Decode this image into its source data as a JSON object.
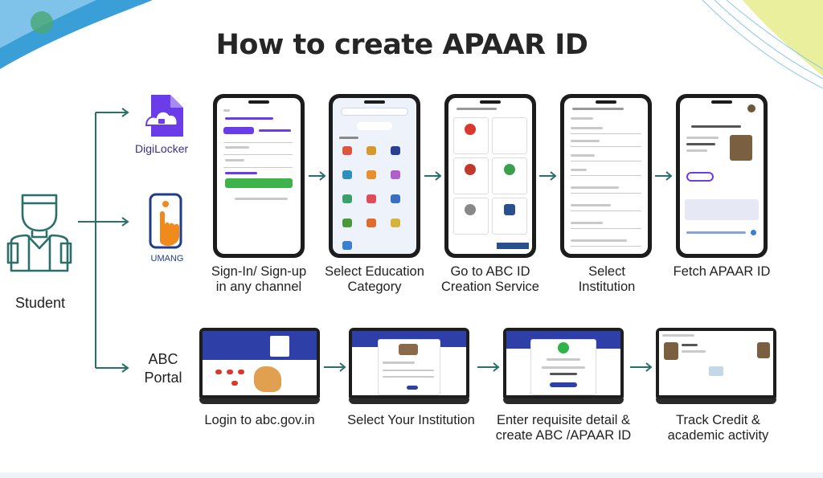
{
  "title": "How to create APAAR ID",
  "student": {
    "label": "Student"
  },
  "channels": {
    "digilocker": "DigiLocker",
    "umang": "UMANG",
    "abc_portal": [
      "ABC",
      "Portal"
    ]
  },
  "phone_steps": [
    {
      "label": [
        "Sign-In/ Sign-up",
        "in any channel"
      ]
    },
    {
      "label": [
        "Select Education",
        "Category"
      ]
    },
    {
      "label": [
        "Go to ABC ID",
        "Creation Service"
      ]
    },
    {
      "label": [
        "Select",
        "Institution"
      ]
    },
    {
      "label": [
        "Fetch APAAR ID"
      ]
    }
  ],
  "portal_steps": [
    {
      "label": [
        "Login to abc.gov.in"
      ]
    },
    {
      "label": [
        "Select Your Institution"
      ]
    },
    {
      "label": [
        "Enter requisite detail &",
        "create ABC /APAAR ID"
      ]
    },
    {
      "label": [
        "Track Credit &",
        "academic activity"
      ]
    }
  ],
  "colors": {
    "teal": "#2b6f6a",
    "digilocker_purple": "#6a3de8",
    "umang_orange": "#f08a1c",
    "umang_blue": "#1f3b8c",
    "portal_blue": "#2f3fa8",
    "signin_green": "#3db34a",
    "check_green": "#2fb34a"
  }
}
